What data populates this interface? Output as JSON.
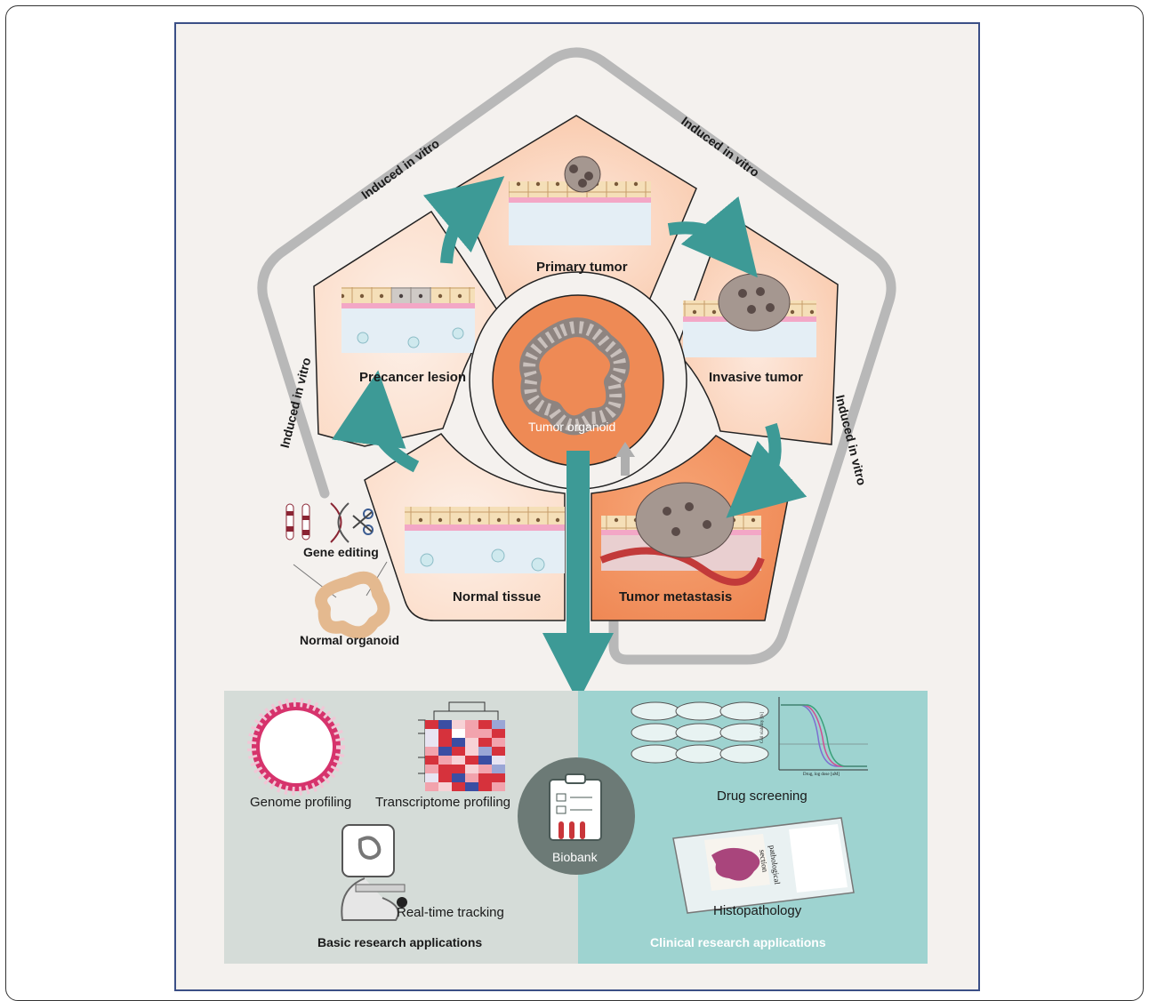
{
  "stages": {
    "primary_tumor": "Primary tumor",
    "invasive_tumor": "Invasive tumor",
    "tumor_metastasis": "Tumor metastasis",
    "normal_tissue": "Normal tissue",
    "precancer_lesion": "Precancer lesion"
  },
  "center": {
    "label": "Tumor organoid"
  },
  "induced": {
    "top_left": "Induced in vitro",
    "top_right": "Induced in vitro",
    "left": "Induced in vitro",
    "right": "Induced in vitro"
  },
  "gene_editing": {
    "label": "Gene editing",
    "organoid": "Normal organoid"
  },
  "basic": {
    "title": "Basic research applications",
    "genome": "Genome profiling",
    "transcriptome": "Transcriptome profiling",
    "tracking": "Real-time tracking"
  },
  "biobank": {
    "label": "Biobank"
  },
  "clinical": {
    "title": "Clinical research applications",
    "drug": "Drug screening",
    "histo": "Histopathology",
    "slide_text_1": "pathological",
    "slide_text_2": "section",
    "chart_ylabel": "Cell viability [%]",
    "chart_xlabel": "Drug, log dose [uM]"
  },
  "colors": {
    "teal": "#3d9a96",
    "orange": "#ee8a55",
    "clinical_bg": "#9ed3d0",
    "basic_bg": "#d5dcd8",
    "path": "#bdbdbd"
  }
}
